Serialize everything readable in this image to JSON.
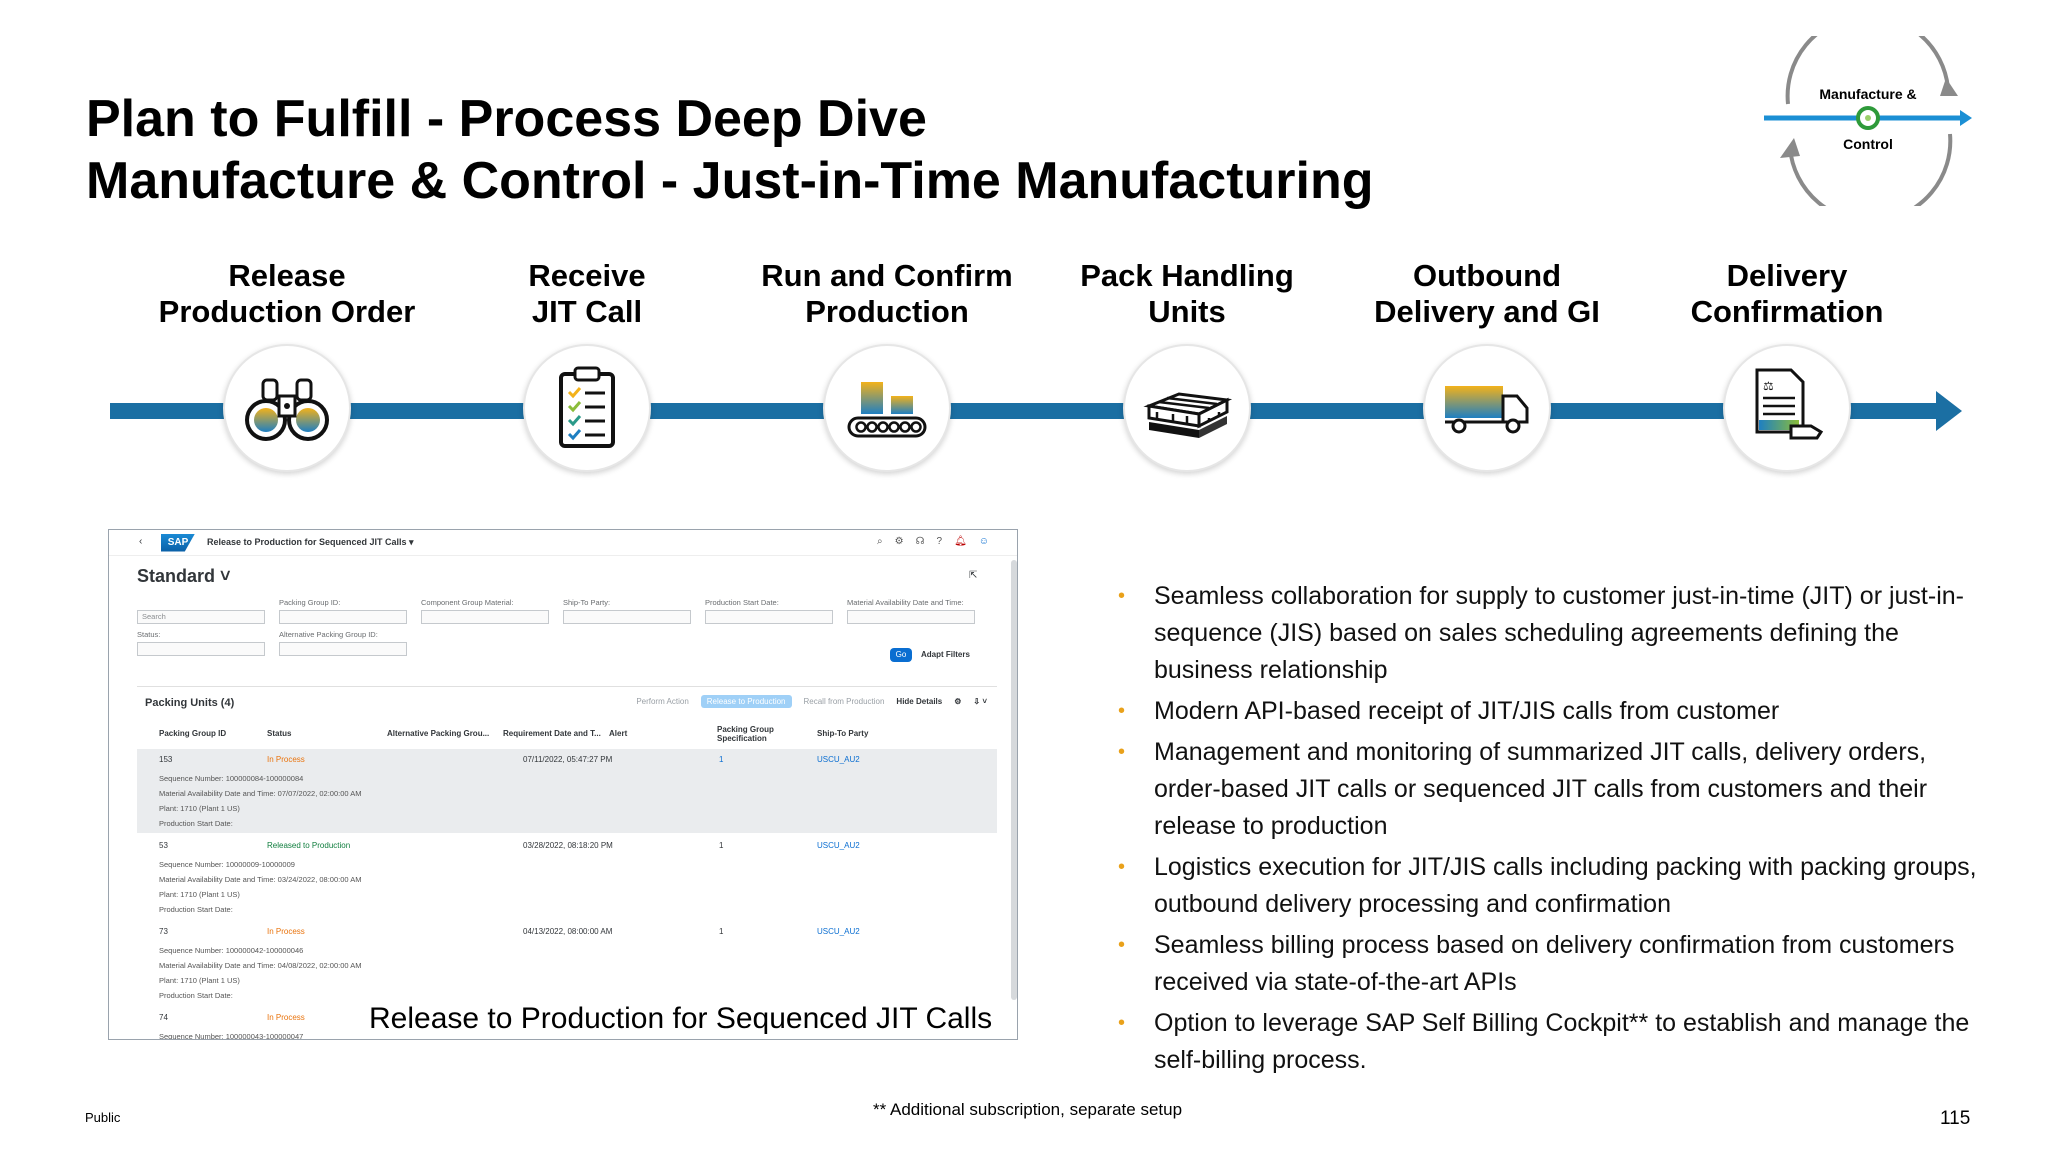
{
  "slide": {
    "title_line1": "Plan to Fulfill - Process Deep Dive",
    "title_line2": "Manufacture & Control - Just-in-Time Manufacturing",
    "page_number": "115",
    "classification": "Public",
    "footnote": "** Additional subscription, separate setup"
  },
  "cycle_badge": {
    "label_top": "Manufacture &",
    "label_bottom": "Control",
    "accent": "#1b8fd4",
    "node_color": "#2e9a3a"
  },
  "process": {
    "line_color": "#1b6fa3",
    "steps": [
      {
        "label": "Release\nProduction Order",
        "icon": "binoculars-icon"
      },
      {
        "label": "Receive\nJIT Call",
        "icon": "checklist-icon"
      },
      {
        "label": "Run and Confirm\nProduction",
        "icon": "conveyor-icon"
      },
      {
        "label": "Pack Handling\nUnits",
        "icon": "pallet-icon"
      },
      {
        "label": "Outbound\nDelivery and GI",
        "icon": "truck-icon"
      },
      {
        "label": "Delivery\nConfirmation",
        "icon": "document-confirmation-icon"
      }
    ]
  },
  "app_screenshot": {
    "caption": "Release to Production for Sequenced JIT Calls",
    "shell": {
      "logo": "SAP",
      "title": "Release to Production for Sequenced JIT Calls ▾"
    },
    "variant": "Standard",
    "filters": {
      "search_placeholder": "Search",
      "status_label": "Status:",
      "packing_group_id": "Packing Group ID:",
      "component_group_material": "Component Group Material:",
      "ship_to_party": "Ship-To Party:",
      "production_start_date": "Production Start Date:",
      "material_availability": "Material Availability Date and Time:",
      "alt_packing_group": "Alternative Packing Group ID:",
      "go": "Go",
      "adapt": "Adapt Filters"
    },
    "table": {
      "title": "Packing Units (4)",
      "actions": {
        "perform": "Perform Action",
        "release": "Release to Production",
        "recall": "Recall from Production",
        "hide": "Hide Details"
      },
      "columns": [
        "Packing Group ID",
        "Status",
        "Alternative Packing Grou...",
        "Requirement Date and T...",
        "Alert",
        "Packing Group Specification",
        "Ship-To Party"
      ],
      "rows": [
        {
          "id": "153",
          "status": "In Process",
          "date": "07/11/2022, 05:47:27 PM",
          "spec": "1",
          "ship": "USCU_AU2",
          "sub": [
            "Sequence Number:  100000084-100000084",
            "Material Availability Date and Time:  07/07/2022, 02:00:00 AM",
            "Plant:  1710 (Plant 1 US)",
            "Production Start Date:"
          ]
        },
        {
          "id": "53",
          "status": "Released to Production",
          "date": "03/28/2022, 08:18:20 PM",
          "spec": "1",
          "ship": "USCU_AU2",
          "sub": [
            "Sequence Number:  10000009-10000009",
            "Material Availability Date and Time:  03/24/2022, 08:00:00 AM",
            "Plant:  1710 (Plant 1 US)",
            "Production Start Date:"
          ]
        },
        {
          "id": "73",
          "status": "In Process",
          "date": "04/13/2022, 08:00:00 AM",
          "spec": "1",
          "ship": "USCU_AU2",
          "sub": [
            "Sequence Number:  100000042-100000046",
            "Material Availability Date and Time:  04/08/2022, 02:00:00 AM",
            "Plant:  1710 (Plant 1 US)",
            "Production Start Date:"
          ]
        },
        {
          "id": "74",
          "status": "In Process",
          "date": "",
          "spec": "",
          "ship": "",
          "sub": [
            "Sequence Number:  100000043-100000047"
          ]
        }
      ]
    }
  },
  "bullets": [
    "Seamless collaboration for supply to customer just-in-time (JIT) or just-in-sequence (JIS) based on sales scheduling agreements defining the business relationship",
    "Modern API-based receipt of JIT/JIS calls from customer",
    "Management and monitoring of summarized JIT calls, delivery orders, order-based JIT calls or sequenced JIT calls from customers and their release to production",
    "Logistics execution for JIT/JIS calls including packing with packing groups, outbound delivery processing and confirmation",
    "Seamless billing process based on delivery confirmation from customers received via state-of-the-art APIs",
    "Option to leverage SAP Self Billing Cockpit** to establish and manage the self-billing process."
  ]
}
